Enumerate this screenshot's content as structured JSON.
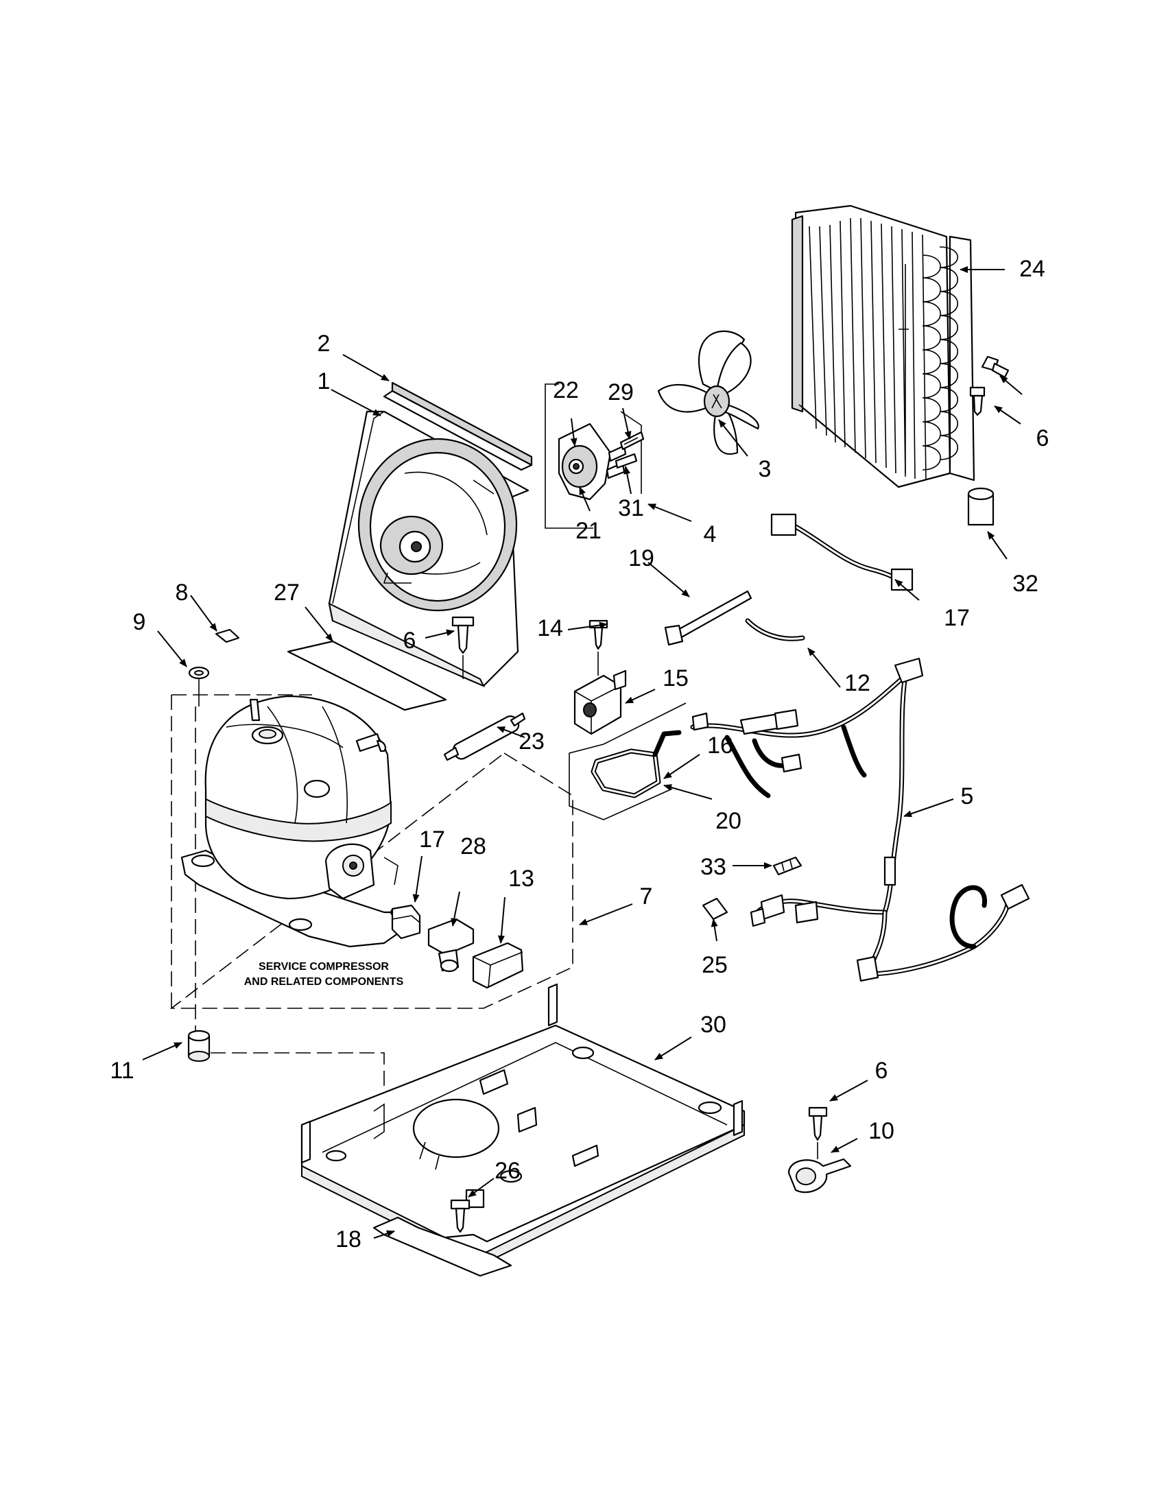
{
  "callouts": [
    {
      "id": "c1",
      "label": "1"
    },
    {
      "id": "c2",
      "label": "2"
    },
    {
      "id": "c3",
      "label": "3"
    },
    {
      "id": "c4",
      "label": "4"
    },
    {
      "id": "c5",
      "label": "5"
    },
    {
      "id": "c6a",
      "label": "6"
    },
    {
      "id": "c6b",
      "label": "6"
    },
    {
      "id": "c6c",
      "label": "6"
    },
    {
      "id": "c7",
      "label": "7"
    },
    {
      "id": "c8",
      "label": "8"
    },
    {
      "id": "c9",
      "label": "9"
    },
    {
      "id": "c10",
      "label": "10"
    },
    {
      "id": "c11",
      "label": "11"
    },
    {
      "id": "c12",
      "label": "12"
    },
    {
      "id": "c13",
      "label": "13"
    },
    {
      "id": "c14",
      "label": "14"
    },
    {
      "id": "c15",
      "label": "15"
    },
    {
      "id": "c16",
      "label": "16"
    },
    {
      "id": "c17a",
      "label": "17"
    },
    {
      "id": "c17b",
      "label": "17"
    },
    {
      "id": "c18",
      "label": "18"
    },
    {
      "id": "c19",
      "label": "19"
    },
    {
      "id": "c20",
      "label": "20"
    },
    {
      "id": "c21",
      "label": "21"
    },
    {
      "id": "c22",
      "label": "22"
    },
    {
      "id": "c23",
      "label": "23"
    },
    {
      "id": "c24",
      "label": "24"
    },
    {
      "id": "c25",
      "label": "25"
    },
    {
      "id": "c26",
      "label": "26"
    },
    {
      "id": "c27",
      "label": "27"
    },
    {
      "id": "c28",
      "label": "28"
    },
    {
      "id": "c29",
      "label": "29"
    },
    {
      "id": "c30",
      "label": "30"
    },
    {
      "id": "c31",
      "label": "31"
    },
    {
      "id": "c32",
      "label": "32"
    },
    {
      "id": "c33",
      "label": "33"
    }
  ],
  "note": {
    "line1": "SERVICE COMPRESSOR",
    "line2": "AND RELATED COMPONENTS"
  }
}
